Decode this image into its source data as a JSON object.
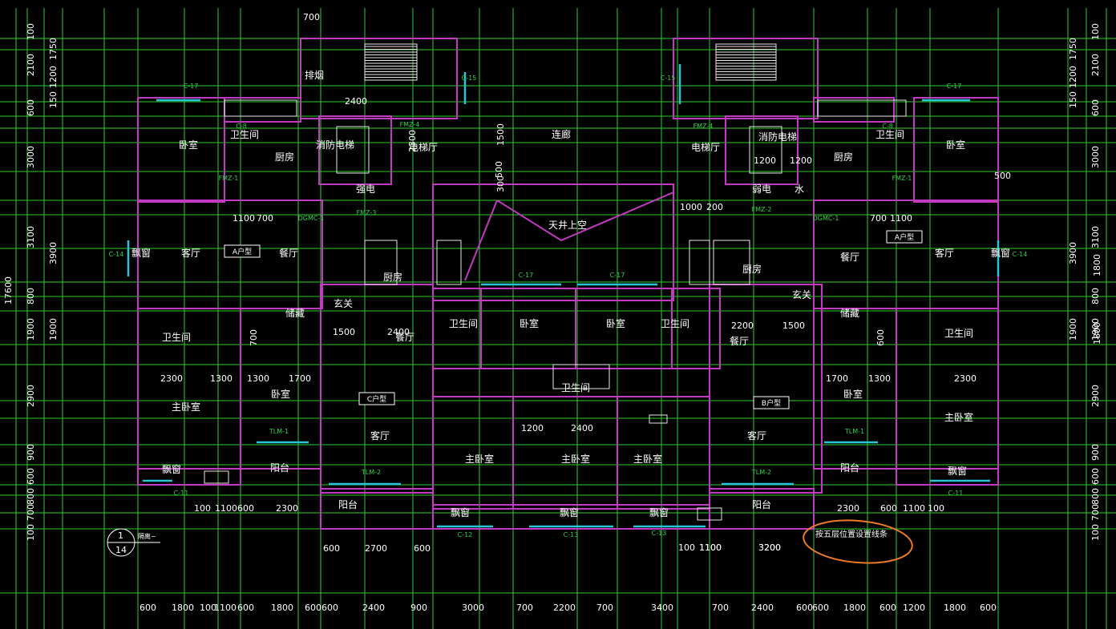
{
  "colors": {
    "background": "#000000",
    "grid": "#2bd12b",
    "wall": "#c23ac2",
    "window": "#29c4d8",
    "text": "#ffffff",
    "annotation_circle": "#e87a2a"
  },
  "rooms": [
    "卧室",
    "卫生间",
    "厨房",
    "消防电梯",
    "电梯厅",
    "连廊",
    "电梯厅",
    "消防电梯",
    "厨房",
    "卫生间",
    "卧室",
    "客厅",
    "飘窗",
    "餐厅",
    "天井上空",
    "餐厅",
    "客厅",
    "飘窗",
    "厨房",
    "厨房",
    "玄关",
    "玄关",
    "储藏",
    "储藏",
    "卫生间",
    "卫生间",
    "卫生间",
    "卫生间",
    "卧室",
    "卧室",
    "餐厅",
    "餐厅",
    "主卧室",
    "卧室",
    "客厅",
    "卫生间",
    "客厅",
    "卧室",
    "主卧室",
    "阳台",
    "阳台",
    "阳台",
    "阳台",
    "主卧室",
    "主卧室",
    "主卧室",
    "飘窗",
    "飘窗",
    "飘窗",
    "飘窗",
    "飘窗",
    "排烟",
    "强电",
    "弱电",
    "水"
  ],
  "unit_tags": [
    "A户型",
    "A户型",
    "C户型",
    "B户型"
  ],
  "element_tags": [
    "C-17",
    "C-17",
    "C-15",
    "C-15",
    "C-14",
    "C-14",
    "C-17",
    "C-17",
    "C-8",
    "C-8",
    "FMZ-1",
    "FMZ-1",
    "FMZ-4",
    "FMZ-4",
    "FMZ-3",
    "FMZ-2",
    "DGMC-1",
    "DGMC-1",
    "TLM-1",
    "TLM-1",
    "TLM-2",
    "TLM-2",
    "C-11",
    "C-11",
    "C-12",
    "C-13",
    "C-13"
  ],
  "dims_top": [
    "700",
    "2400",
    "2300",
    "1500",
    "500",
    "300",
    "1000",
    "200",
    "1100",
    "700",
    "700",
    "1100",
    "1200",
    "1200",
    "500"
  ],
  "dims_mid": [
    "1500",
    "2400",
    "2200",
    "1500",
    "2300",
    "1300",
    "1300",
    "1700",
    "1700",
    "1300",
    "2300",
    "1200",
    "2400",
    "1100",
    "3200",
    "1800",
    "1800",
    "700",
    "600"
  ],
  "dims_lower": [
    "100",
    "1100",
    "600",
    "2300",
    "600",
    "2700",
    "600",
    "100",
    "1100",
    "3200",
    "2300",
    "600",
    "1100",
    "100"
  ],
  "dims_bottom_row": [
    "600",
    "1800",
    "100",
    "1100",
    "600",
    "1800",
    "600",
    "600",
    "2400",
    "900",
    "3000",
    "700",
    "2200",
    "700",
    "3400",
    "700",
    "2400",
    "600",
    "600",
    "1800",
    "600",
    "1200",
    "1800",
    "600"
  ],
  "dims_left": [
    "100",
    "1750",
    "2100",
    "1200",
    "150",
    "600",
    "3000",
    "3100",
    "3900",
    "17600",
    "800",
    "1900",
    "1900",
    "2900",
    "900",
    "600",
    "800",
    "700",
    "100"
  ],
  "dims_right": [
    "100",
    "1750",
    "2100",
    "1200",
    "150",
    "600",
    "3000",
    "3100",
    "3900",
    "800",
    "1900",
    "1900",
    "2900",
    "900",
    "600",
    "800",
    "700",
    "100"
  ],
  "index_symbol": {
    "top": "1",
    "bottom": "14",
    "note": "隔离~"
  },
  "annotation": "按五层位置设置线条"
}
